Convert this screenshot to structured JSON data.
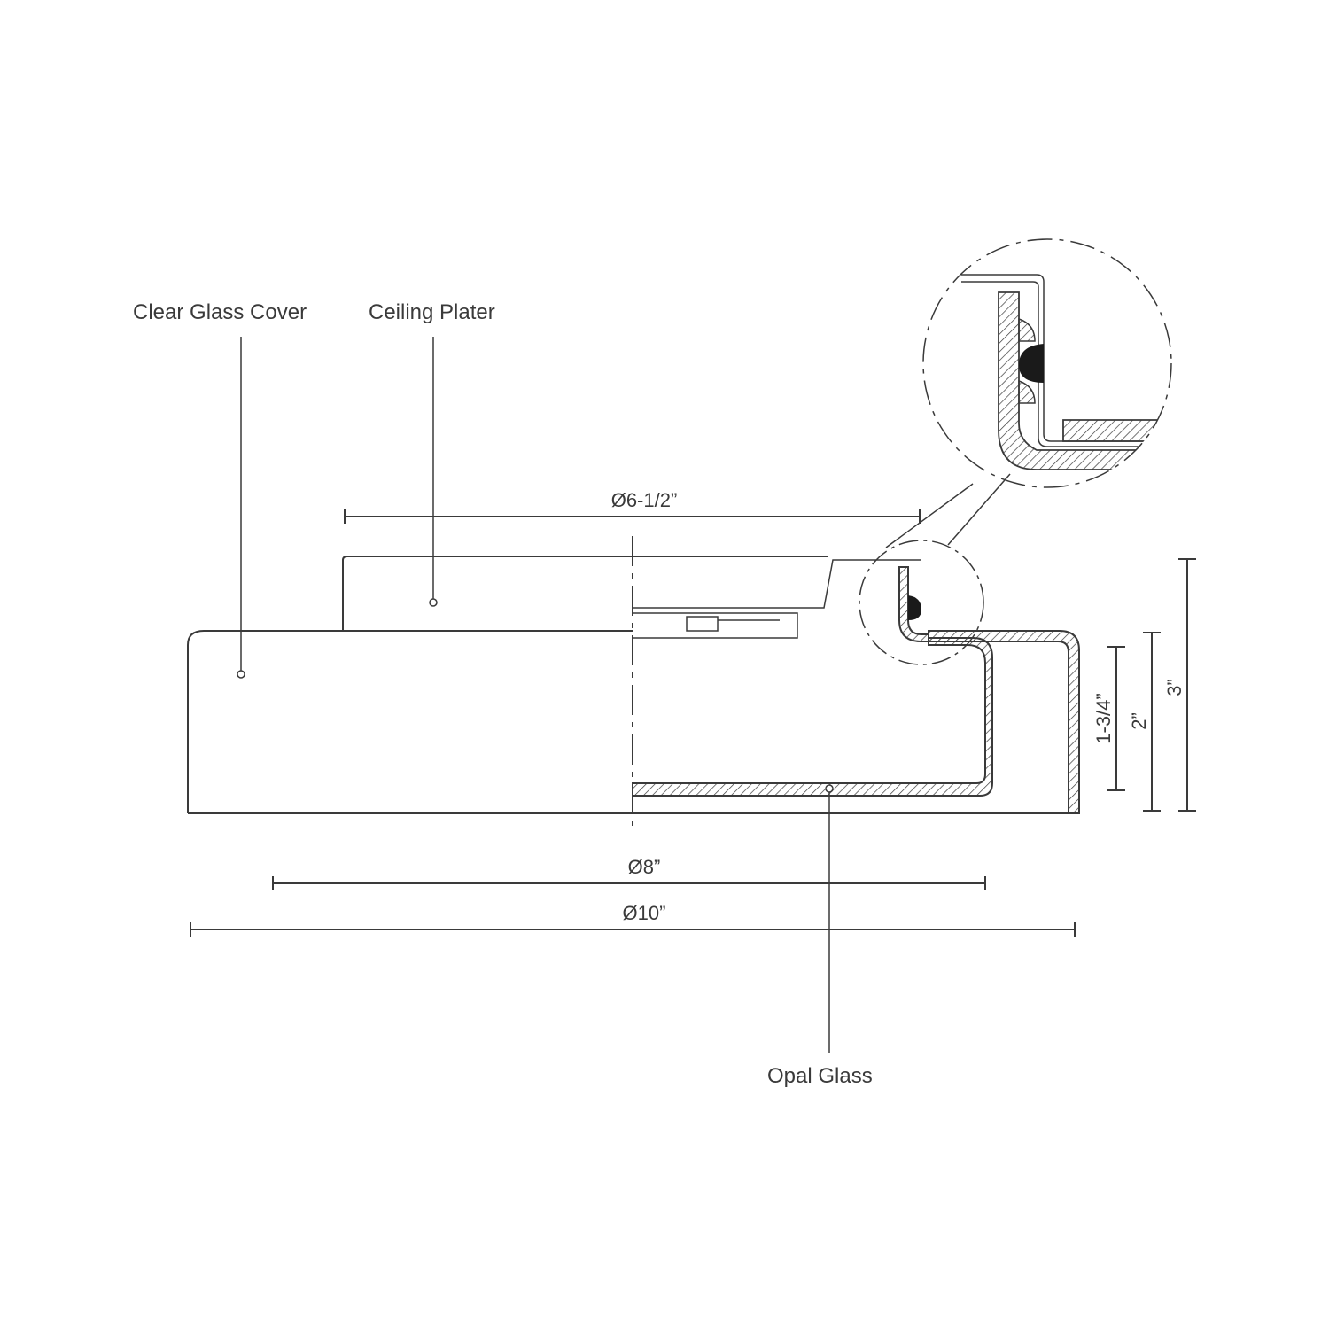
{
  "labels": {
    "clear_glass_cover": "Clear Glass Cover",
    "ceiling_plater": "Ceiling Plater",
    "opal_glass": "Opal Glass"
  },
  "dimensions": {
    "top_width": "Ø6-1/2”",
    "mid_width": "Ø8”",
    "overall_width": "Ø10”",
    "height_small": "1-3/4”",
    "height_mid": "2”",
    "height_overall": "3”"
  }
}
